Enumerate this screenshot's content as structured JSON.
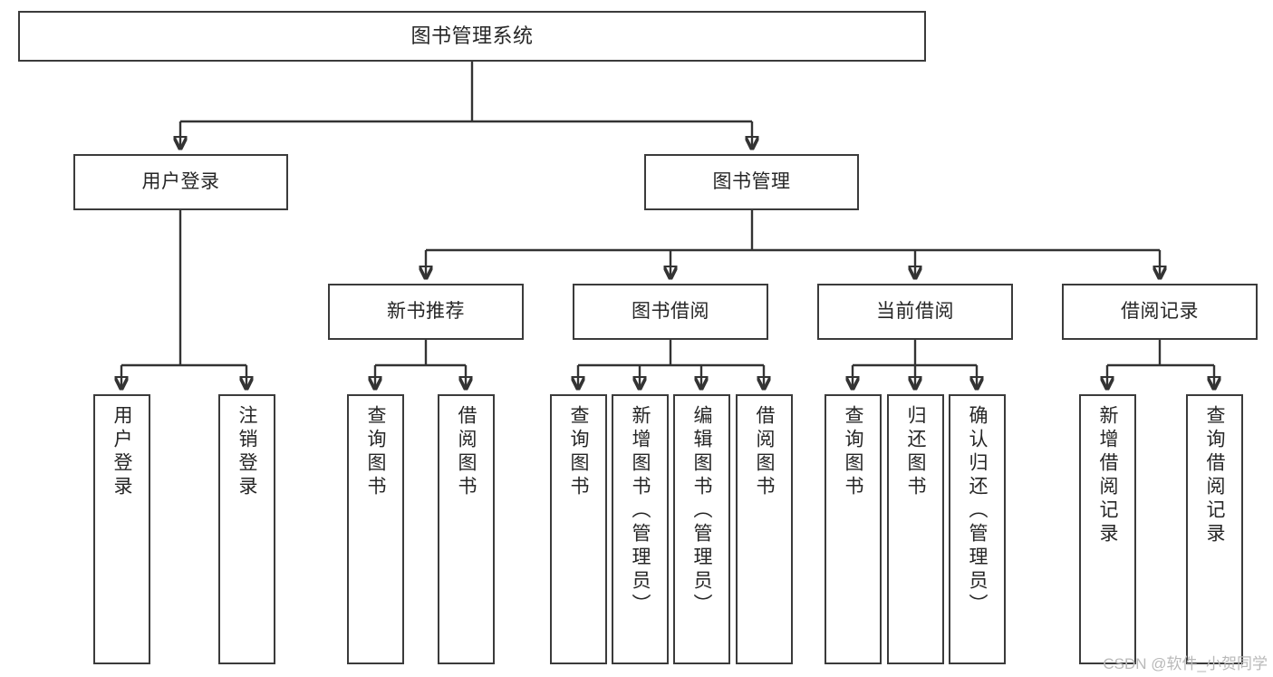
{
  "diagram": {
    "title": "图书管理系统",
    "root": {
      "label": "图书管理系统"
    },
    "level2": [
      {
        "label": "用户登录"
      },
      {
        "label": "图书管理"
      }
    ],
    "level3": [
      {
        "label": "新书推荐"
      },
      {
        "label": "图书借阅"
      },
      {
        "label": "当前借阅"
      },
      {
        "label": "借阅记录"
      }
    ],
    "leaves": {
      "user_login": [
        {
          "label": "用户登录"
        },
        {
          "label": "注销登录"
        }
      ],
      "new_book_recommend": [
        {
          "label": "查询图书"
        },
        {
          "label": "借阅图书"
        }
      ],
      "book_borrow": [
        {
          "label": "查询图书"
        },
        {
          "label": "新增图书（管理员）"
        },
        {
          "label": "编辑图书（管理员）"
        },
        {
          "label": "借阅图书"
        }
      ],
      "current_borrow": [
        {
          "label": "查询图书"
        },
        {
          "label": "归还图书"
        },
        {
          "label": "确认归还（管理员）"
        }
      ],
      "borrow_record": [
        {
          "label": "新增借阅记录"
        },
        {
          "label": "查询借阅记录"
        }
      ]
    }
  },
  "watermark": {
    "text": "CSDN @软件_小贺同学"
  },
  "colors": {
    "box_border": "#3b3b3b",
    "connector": "#333333",
    "text": "#262626",
    "background": "#ffffff",
    "watermark": "#b9b9b9"
  }
}
